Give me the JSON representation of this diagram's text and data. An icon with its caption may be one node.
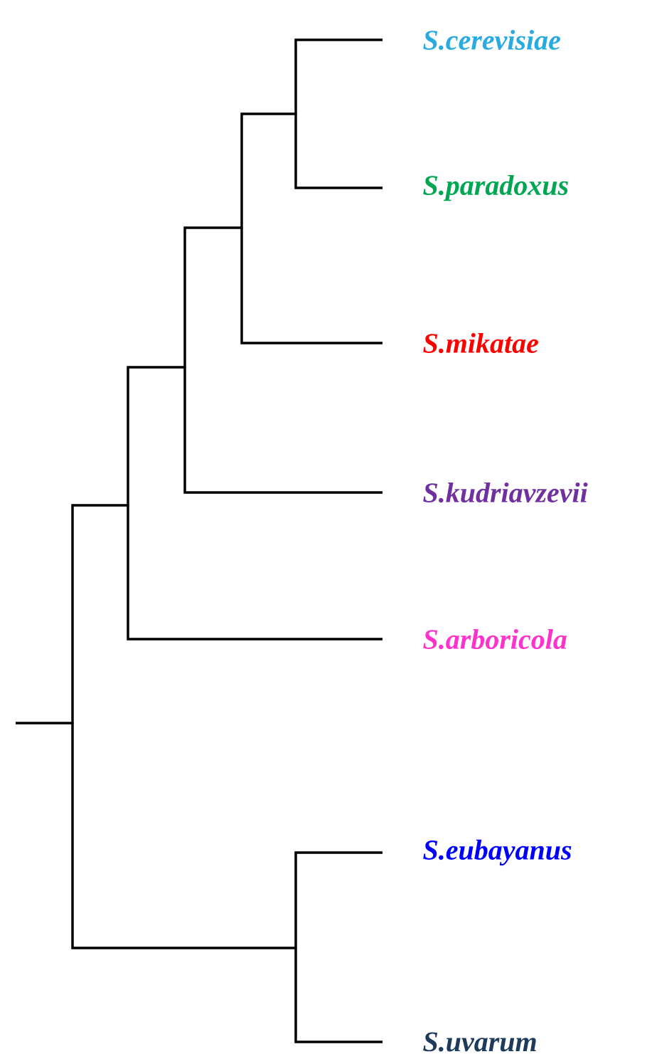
{
  "diagram": {
    "nodes": [
      {
        "text": [
          "S.cerevisiae"
        ]
      },
      {
        "text": [
          "S.paradoxus"
        ]
      },
      {
        "text": [
          "S.mikatae"
        ]
      },
      {
        "text": [
          "S.kudriavzevii"
        ]
      },
      {
        "text": [
          "S.arboricola"
        ]
      },
      {
        "text": [
          "S.eubayanus"
        ]
      },
      {
        "text": [
          "S.uvarum"
        ]
      },
      {
        "text": [],
        "shape": "point"
      },
      {
        "text": [],
        "shape": "point"
      },
      {
        "text": [],
        "shape": "point"
      },
      {
        "text": [],
        "shape": "point"
      },
      {
        "text": [],
        "shape": "point"
      },
      {
        "text": [],
        "shape": "point"
      }
    ],
    "edges": [
      {
        "from": null,
        "to": 7,
        "arrow": "none"
      },
      {
        "from": 7,
        "to": 8,
        "arrow": "none"
      },
      {
        "from": 7,
        "to": 12,
        "arrow": "none"
      },
      {
        "from": 8,
        "to": 9,
        "arrow": "none"
      },
      {
        "from": 8,
        "to": 4,
        "arrow": "none"
      },
      {
        "from": 9,
        "to": 10,
        "arrow": "none"
      },
      {
        "from": 9,
        "to": 3,
        "arrow": "none"
      },
      {
        "from": 10,
        "to": 11,
        "arrow": "none"
      },
      {
        "from": 10,
        "to": 2,
        "arrow": "none"
      },
      {
        "from": 11,
        "to": 0,
        "arrow": "none"
      },
      {
        "from": 11,
        "to": 1,
        "arrow": "none"
      },
      {
        "from": 12,
        "to": 5,
        "arrow": "none"
      },
      {
        "from": 12,
        "to": 6,
        "arrow": "none"
      }
    ]
  }
}
